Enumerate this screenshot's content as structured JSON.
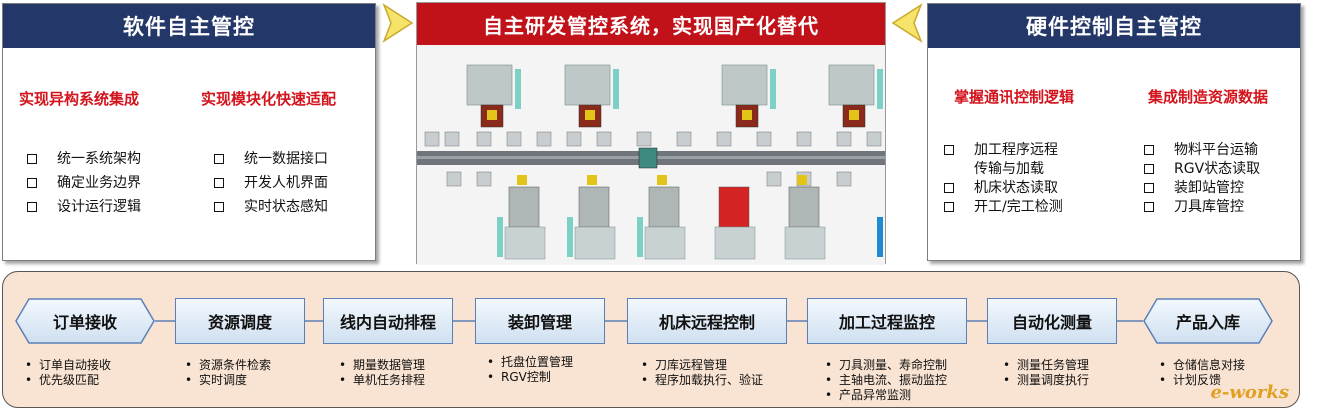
{
  "left_panel": {
    "title": "软件自主管控",
    "col1_title": "实现异构系统集成",
    "col1_items": [
      "统一系统架构",
      "确定业务边界",
      "设计运行逻辑"
    ],
    "col2_title": "实现模块化快速适配",
    "col2_items": [
      "统一数据接口",
      "开发人机界面",
      "实时状态感知"
    ]
  },
  "center_panel": {
    "title": "自主研发管控系统，实现国产化替代"
  },
  "right_panel": {
    "title": "硬件控制自主管控",
    "col1_title": "掌握通讯控制逻辑",
    "col1_items": [
      {
        "line1": "加工程序远程",
        "line2": "传输与加载"
      },
      {
        "line1": "机床状态读取"
      },
      {
        "line1": "开工/完工检测"
      }
    ],
    "col2_title": "集成制造资源数据",
    "col2_items": [
      "物料平台运输",
      "RGV状态读取",
      "装卸站管控",
      "刀具库管控"
    ]
  },
  "process": {
    "steps": [
      {
        "label": "订单接收",
        "notes": [
          "订单自动接收",
          "优先级匹配"
        ]
      },
      {
        "label": "资源调度",
        "notes": [
          "资源条件检索",
          "实时调度"
        ]
      },
      {
        "label": "线内自动排程",
        "notes": [
          "期量数据管理",
          "单机任务排程"
        ]
      },
      {
        "label": "装卸管理",
        "notes": [
          "托盘位置管理",
          "RGV控制"
        ]
      },
      {
        "label": "机床远程控制",
        "notes": [
          "刀库远程管理",
          "程序加载执行、验证"
        ]
      },
      {
        "label": "加工过程监控",
        "notes": [
          "刀具测量、寿命控制",
          "主轴电流、振动监控",
          "产品异常监测"
        ]
      },
      {
        "label": "自动化测量",
        "notes": [
          "测量任务管理",
          "测量调度执行"
        ]
      },
      {
        "label": "产品入库",
        "notes": [
          "仓储信息对接",
          "计划反馈"
        ]
      }
    ]
  },
  "watermark": "e-works",
  "colors": {
    "navy": "#233769",
    "red": "#c1121a",
    "step_border": "#5b80b8",
    "bottom_bg": "#f9e3d2",
    "arrow_yellow": "#f6e46a"
  }
}
